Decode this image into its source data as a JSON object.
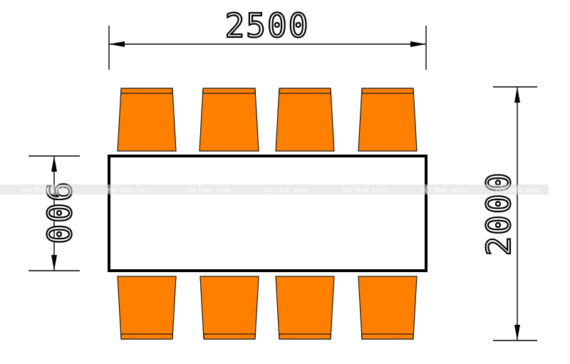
{
  "dimensions": {
    "width": "2500",
    "height": "2000",
    "table_depth": "900"
  },
  "chairs": {
    "top_count": 4,
    "bottom_count": 4
  },
  "colors": {
    "chair_fill": "#FF7F00",
    "line": "#000000"
  },
  "watermark": "nội thất xinh"
}
